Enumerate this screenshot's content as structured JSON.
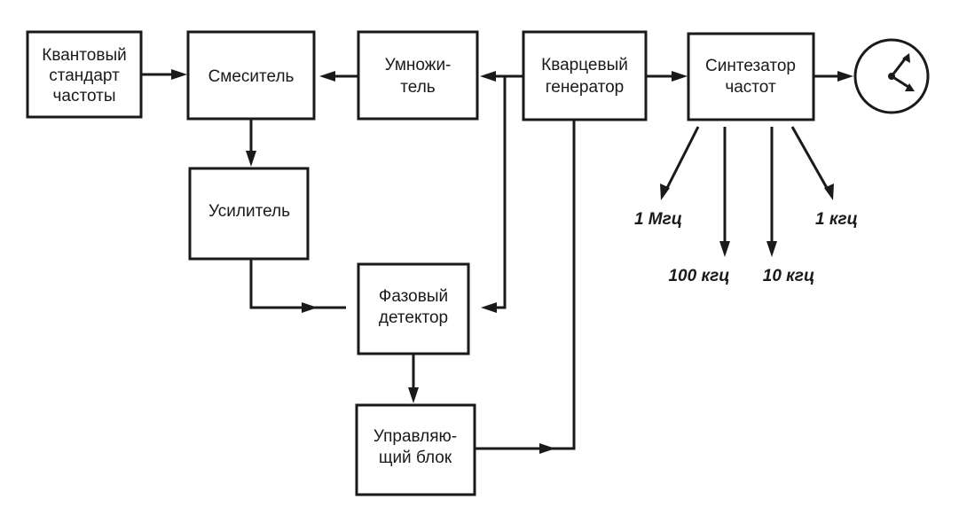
{
  "blocks": {
    "quantum_standard": [
      "Квантовый",
      "стандарт",
      "частоты"
    ],
    "mixer": [
      "Смеситель"
    ],
    "multiplier": [
      "Умножи-",
      "тель"
    ],
    "crystal_oscillator": [
      "Кварцевый",
      "генератор"
    ],
    "synthesizer": [
      "Синтезатор",
      "частот"
    ],
    "amplifier": [
      "Усилитель"
    ],
    "phase_detector": [
      "Фазовый",
      "детектор"
    ],
    "control_unit": [
      "Управляю-",
      "щий  блок"
    ]
  },
  "outputs": {
    "f1": "1 Мгц",
    "f2": "100 кгц",
    "f3": "10 кгц",
    "f4": "1 кгц"
  },
  "icons": {
    "clock": "clock-icon"
  },
  "colors": {
    "ink": "#1a1a1a",
    "background": "#ffffff"
  }
}
